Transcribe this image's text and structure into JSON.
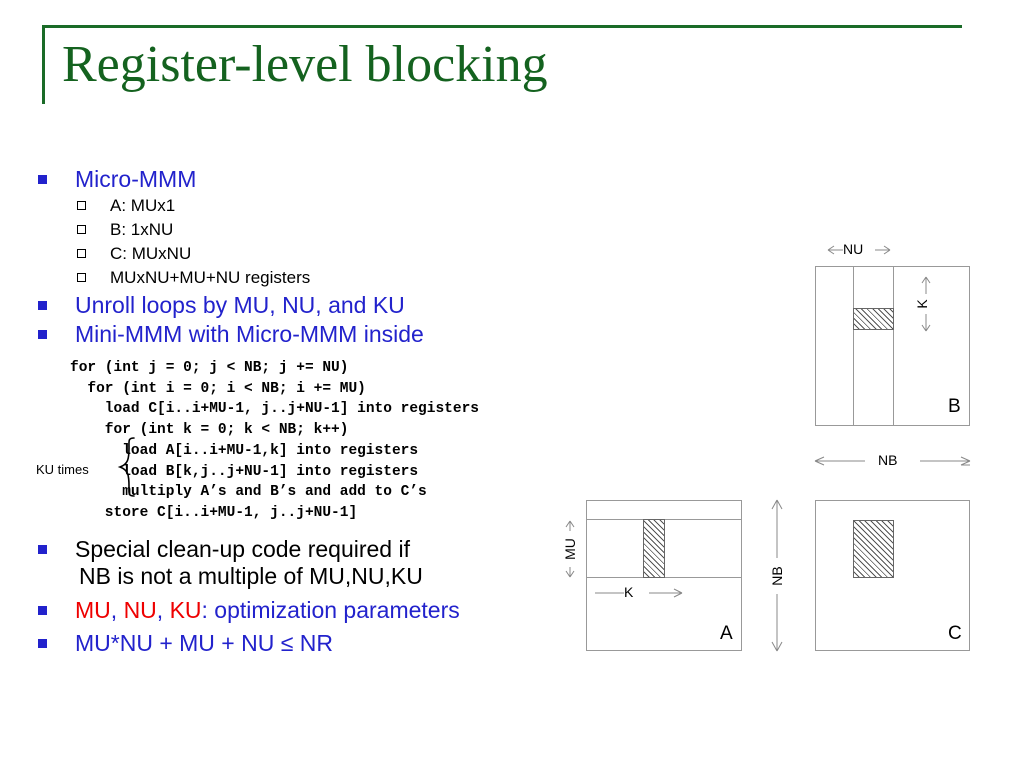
{
  "slide": {
    "title": "Register-level blocking",
    "accent_green": "#14621f",
    "bullet_blue": "#2222cc",
    "highlight_red": "#ee0000"
  },
  "bullets": [
    {
      "level": 1,
      "text": "Micro-MMM",
      "color": "blue"
    },
    {
      "level": 2,
      "text": "A: MUx1"
    },
    {
      "level": 2,
      "text": "B: 1xNU"
    },
    {
      "level": 2,
      "text": "C: MUxNU"
    },
    {
      "level": 2,
      "text": "MUxNU+MU+NU registers"
    },
    {
      "level": 1,
      "text": "Unroll loops by MU, NU, and KU",
      "color": "blue"
    },
    {
      "level": 1,
      "text": "Mini-MMM with Micro-MMM inside",
      "color": "blue"
    }
  ],
  "code": {
    "label_ku_times": "KU times",
    "lines": [
      "for (int j = 0; j < NB; j += NU)",
      "  for (int i = 0; i < NB; i += MU)",
      "    load C[i..i+MU-1, j..j+NU-1] into registers",
      "    for (int k = 0; k < NB; k++)",
      "      load A[i..i+MU-1,k] into registers",
      "      load B[k,j..j+NU-1] into registers",
      "      multiply A’s and B’s and add to C’s",
      "    store C[i..i+MU-1, j..j+NU-1]"
    ],
    "braced_lines": [
      "load A[i..i+MU-1,k] into registers",
      "load B[k,j..j+NU-1] into registers",
      "multiply A’s and B’s and add to C’s"
    ]
  },
  "bottom_bullets": {
    "cleanup_line1": "Special clean-up code required if",
    "cleanup_line2": "NB is not a multiple of MU,NU,KU",
    "params_mu": "MU",
    "params_sep1": ", ",
    "params_nu": "NU",
    "params_sep2": ", ",
    "params_ku": "KU",
    "params_tail": ": optimization parameters",
    "inequality": "MU*NU + MU + NU ≤ NR"
  },
  "diagrams": {
    "matrix_b": {
      "label": "B",
      "dim_top": "NU",
      "dim_inner": "K",
      "dim_bottom": "NB"
    },
    "matrix_a": {
      "label": "A",
      "dim_left": "MU",
      "dim_inner": "K"
    },
    "matrix_c": {
      "label": "C"
    },
    "dim_vertical_nb": "NB"
  }
}
